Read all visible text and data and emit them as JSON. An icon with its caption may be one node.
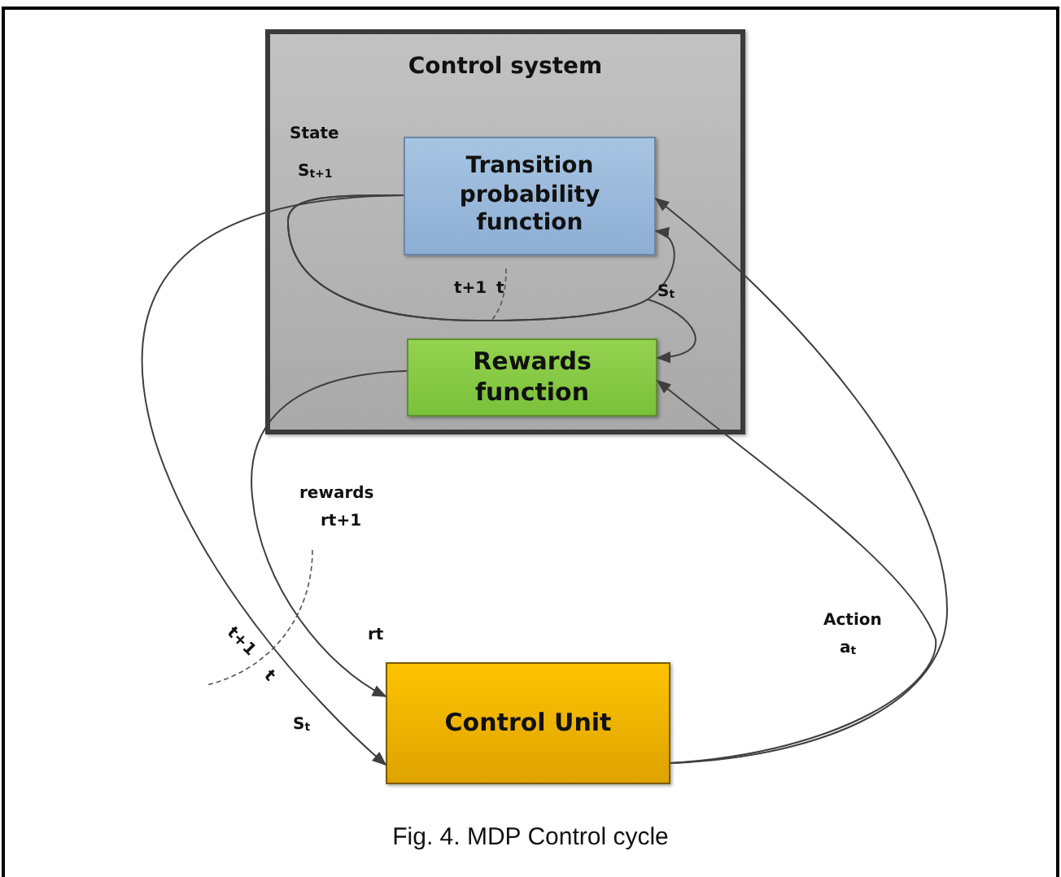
{
  "diagram": {
    "caption": "Fig. 4. MDP Control cycle",
    "nodes": [
      {
        "text": [
          "Control system"
        ]
      },
      {
        "text": [
          "Transition probability function"
        ],
        "in": 0
      },
      {
        "text": [
          "Rewards function"
        ],
        "in": 0
      },
      {
        "text": [
          "Control Unit"
        ]
      }
    ],
    "edges": [
      {
        "from": 1,
        "to": 3,
        "arrow": "to"
      },
      {
        "from": 1,
        "to": 1,
        "arrow": "to"
      },
      {
        "from": 1,
        "to": 2,
        "arrow": "to"
      },
      {
        "from": 2,
        "to": 3,
        "arrow": "to"
      },
      {
        "from": 3,
        "to": 1,
        "arrow": "to"
      },
      {
        "from": 3,
        "to": 2,
        "arrow": "to"
      }
    ],
    "labels": [
      "State",
      "S$_{t+1}$",
      "t+1",
      "t",
      "S$_{t}$",
      "rewards",
      "rt+1",
      "t+1",
      "t",
      "rt",
      "S$_{t}$",
      "Action",
      "a$_{t}$"
    ]
  }
}
